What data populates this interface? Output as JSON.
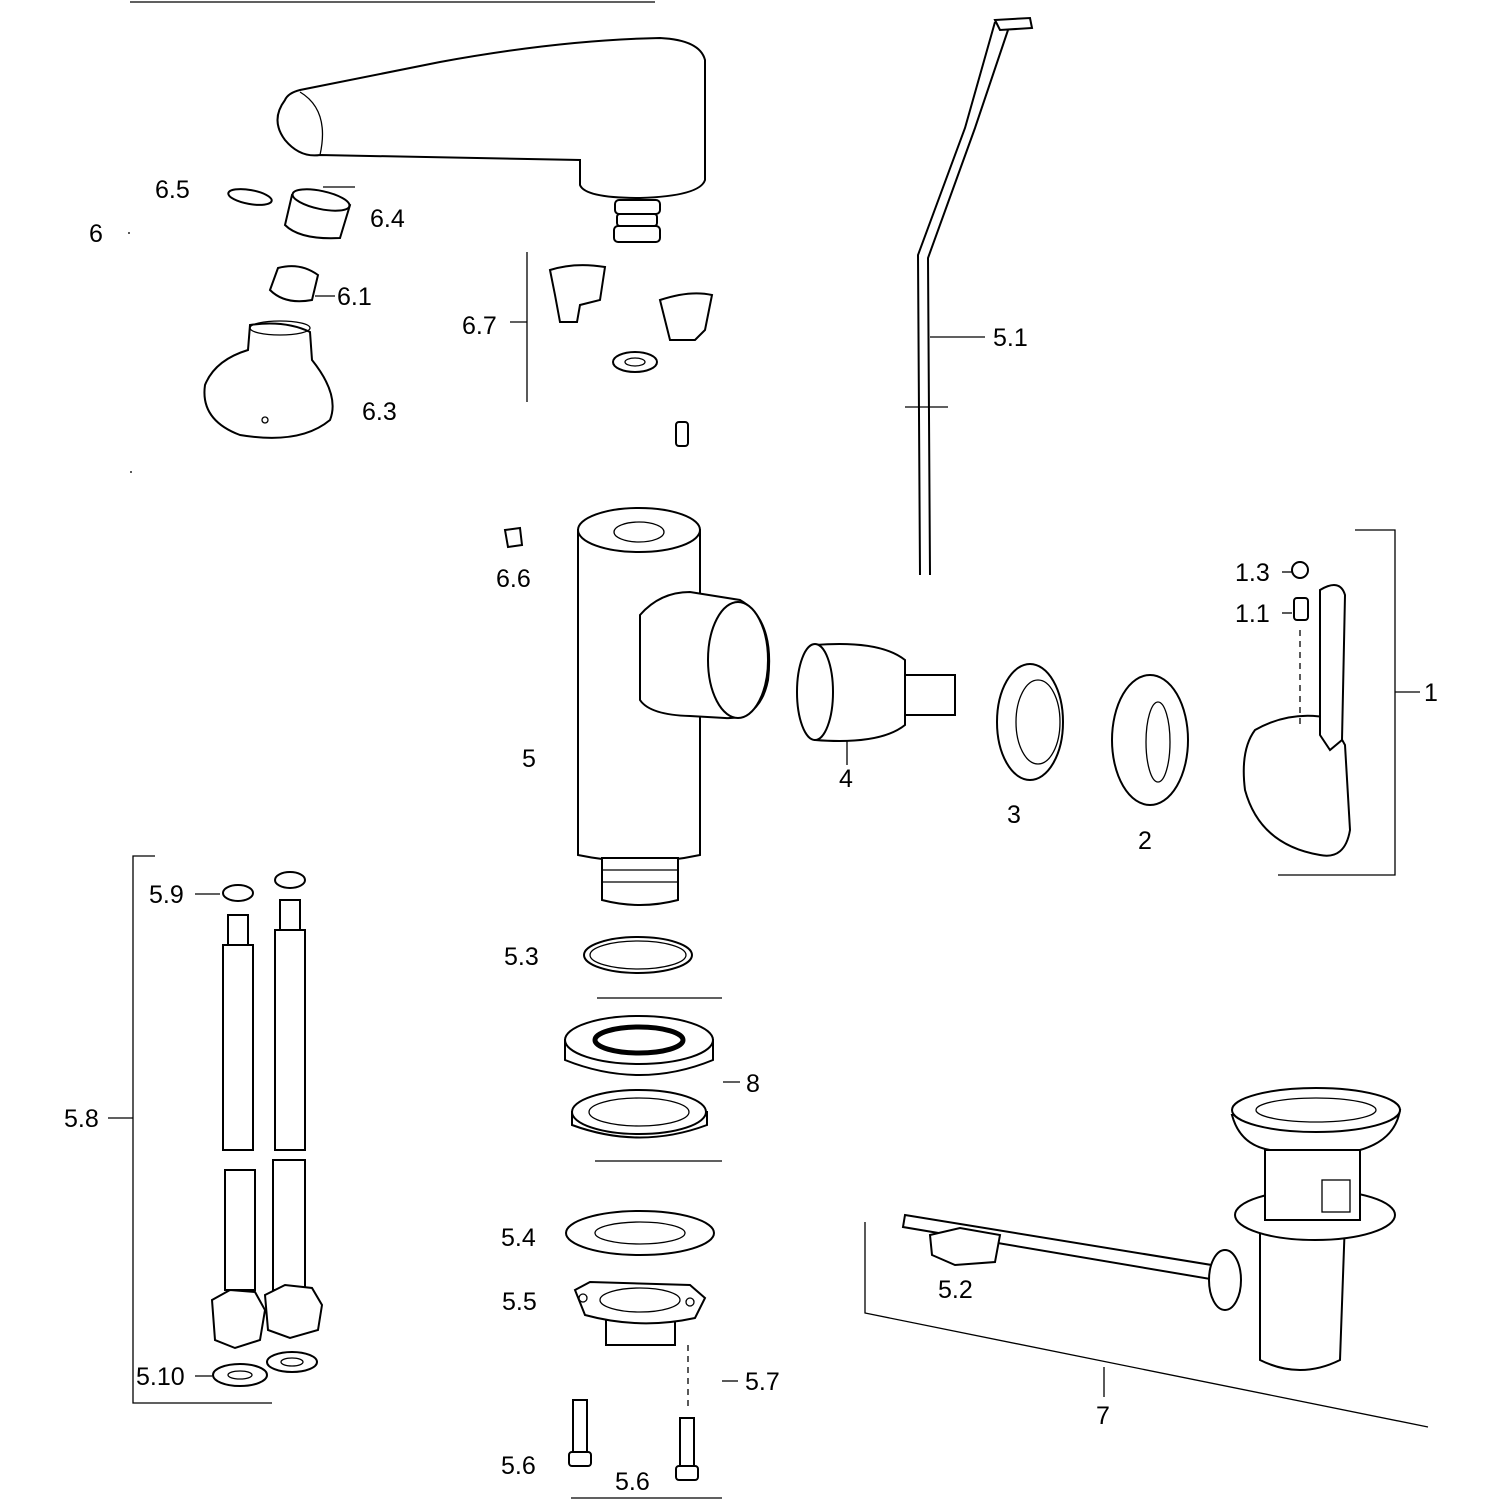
{
  "diagram_title": "",
  "labels": {
    "p6_5": "6.5",
    "p6_4": "6.4",
    "p6": "6",
    "p6_1": "6.1",
    "p6_7": "6.7",
    "p6_3": "6.3",
    "p5_1": "5.1",
    "p6_6": "6.6",
    "p1_3": "1.3",
    "p1_1": "1.1",
    "p1": "1",
    "p5": "5",
    "p4": "4",
    "p3": "3",
    "p2": "2",
    "p5_9": "5.9",
    "p5_3": "5.3",
    "p8": "8",
    "p5_8": "5.8",
    "p5_4": "5.4",
    "p5_2": "5.2",
    "p5_5": "5.5",
    "p5_10": "5.10",
    "p5_7": "5.7",
    "p7": "7",
    "p5_6a": "5.6",
    "p5_6b": "5.6"
  }
}
